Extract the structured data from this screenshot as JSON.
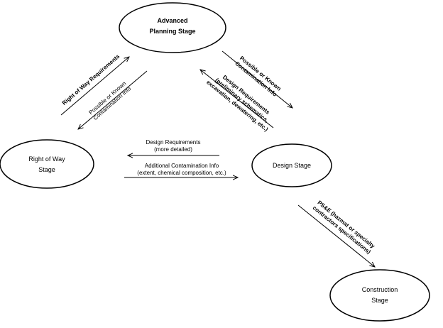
{
  "nodes": {
    "advanced_planning": {
      "line1": "Advanced",
      "line2": "Planning Stage"
    },
    "right_of_way": {
      "line1": "Right of Way",
      "line2": "Stage"
    },
    "design": {
      "line1": "Design Stage"
    },
    "construction": {
      "line1": "Construction",
      "line2": "Stage"
    }
  },
  "edges": {
    "row_req": {
      "line1": "Right of Way Requirements"
    },
    "row_contam": {
      "line1": "Possible or Known",
      "line2": "Contamination Info"
    },
    "ap_contam": {
      "line1": "Possible or Known",
      "line2": "Contamination Info"
    },
    "design_req_ap": {
      "line1": "Design Requirements",
      "line2": "(preliminary schematics,",
      "line3": "excavation, dewatering, etc.)"
    },
    "design_req_row": {
      "line1": "Design Requirements",
      "line2": "(more detailed)"
    },
    "addl_contam": {
      "line1": "Additional Contamination Info",
      "line2": "(extent, chemical composition, etc.)"
    },
    "pse": {
      "line1": "PS&E (hazmat or specialty",
      "line2": "contractors specifications)"
    }
  }
}
